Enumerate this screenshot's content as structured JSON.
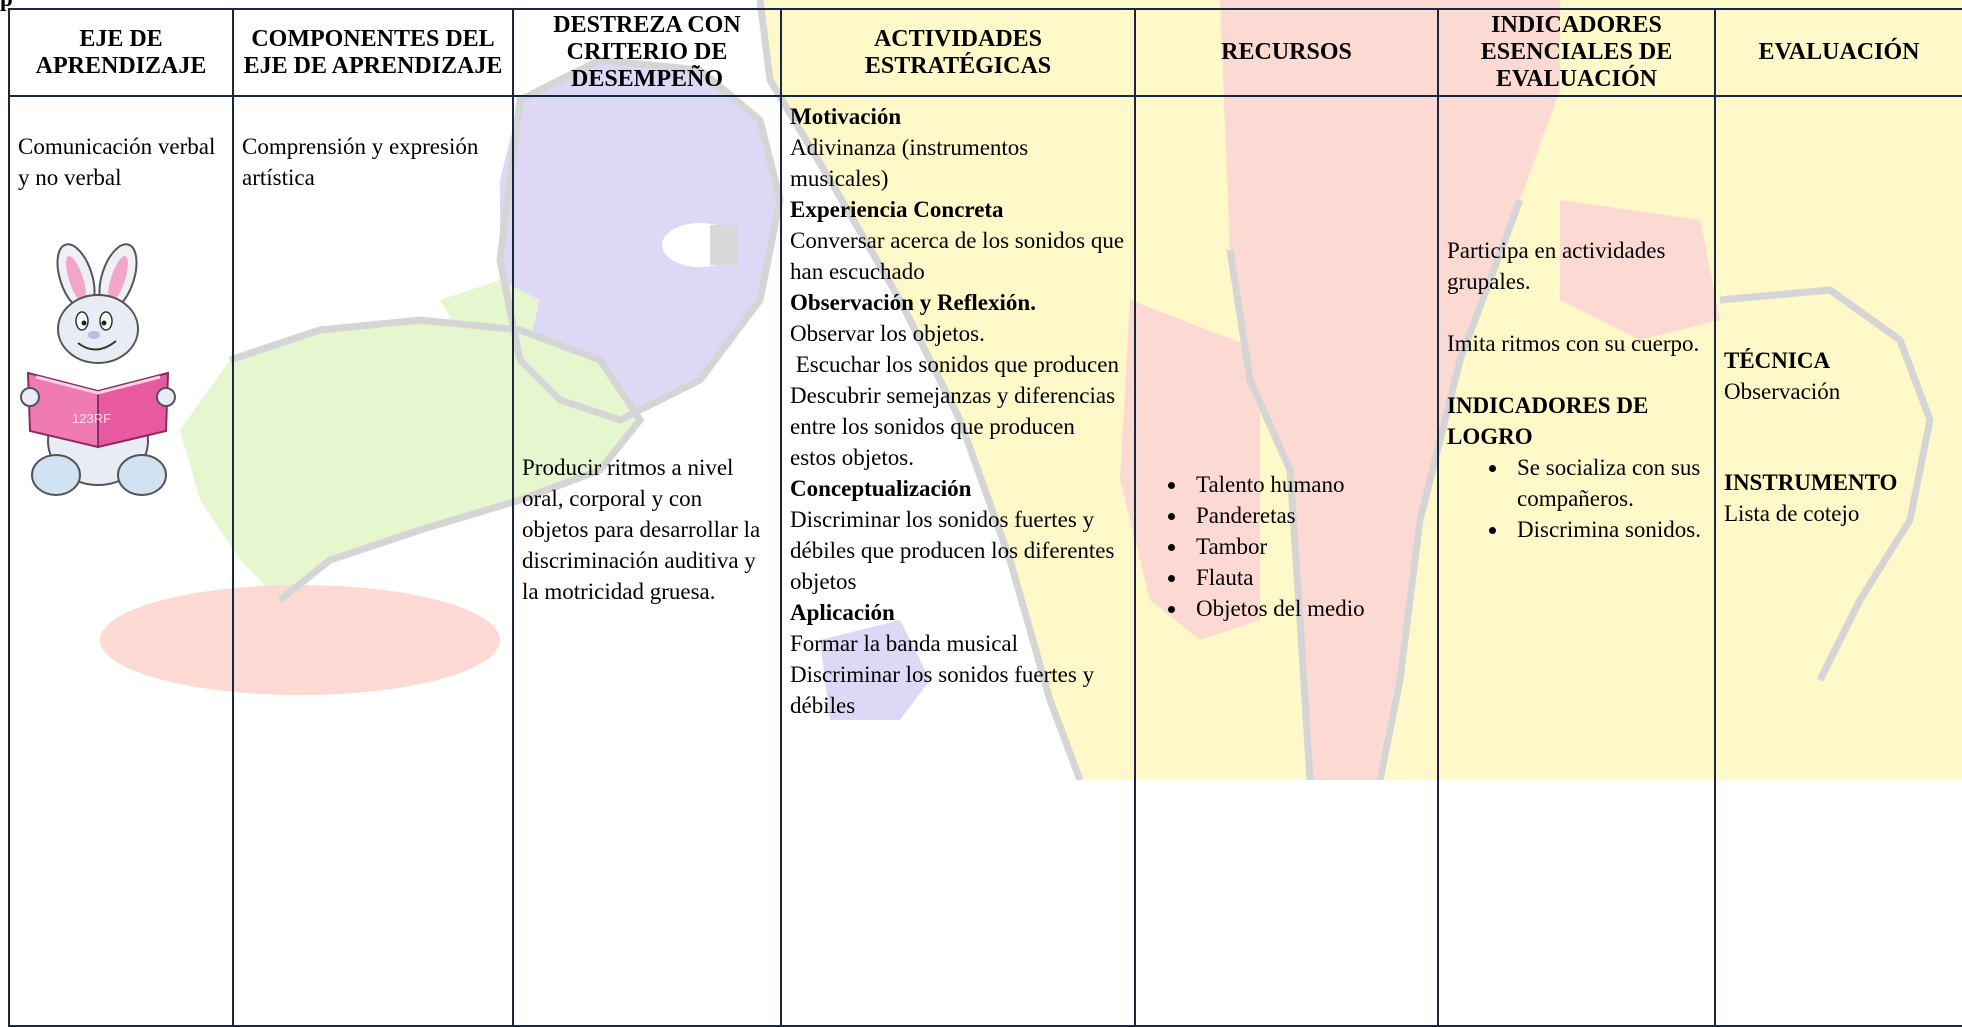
{
  "page_top_cut_text": "p",
  "headers": [
    "EJE DE APRENDIZAJE",
    "COMPONENTES DEL EJE DE APRENDIZAJE",
    "DESTREZA CON CRITERIO DE DESEMPEÑO",
    "ACTIVIDADES ESTRATÉGICAS",
    "RECURSOS",
    "INDICADORES ESENCIALES DE EVALUACIÓN",
    "EVALUACIÓN"
  ],
  "row": {
    "eje": "Comunicación verbal y no verbal",
    "componente": "Comprensión y expresión artística",
    "destreza": "Producir ritmos a nivel oral, corporal y con objetos para desarrollar la discriminación auditiva y la motricidad gruesa.",
    "actividades": [
      {
        "title": "Motivación",
        "lines": [
          "Adivinanza (instrumentos musicales)"
        ]
      },
      {
        "title": "Experiencia Concreta",
        "lines": [
          "Conversar acerca de los sonidos que han escuchado"
        ]
      },
      {
        "title": "Observación y Reflexión.",
        "lines": [
          "Observar los objetos.",
          " Escuchar los sonidos que producen",
          "Descubrir semejanzas y diferencias entre los sonidos que producen estos objetos."
        ]
      },
      {
        "title": "Conceptualización",
        "lines": [
          "Discriminar los sonidos fuertes y débiles que producen los diferentes objetos"
        ]
      },
      {
        "title": "Aplicación",
        "lines": [
          "Formar la banda musical",
          "Discriminar los sonidos fuertes y débiles"
        ]
      }
    ],
    "recursos": [
      "Talento humano",
      "Panderetas",
      "Tambor",
      "Flauta",
      "Objetos del medio"
    ],
    "indicadores": {
      "line1": "Participa en actividades grupales.",
      "line2": "Imita ritmos con su cuerpo.",
      "logro_title": "INDICADORES DE LOGRO",
      "logro_items": [
        "Se socializa con sus compañeros.",
        "Discrimina sonidos."
      ]
    },
    "evaluacion": {
      "tecnica_title": "TÉCNICA",
      "tecnica": "Observación",
      "instrumento_title": "INSTRUMENTO",
      "instrumento": "Lista de cotejo"
    }
  },
  "illustration": {
    "name": "bunny-reading-book",
    "watermark_text": "123RF"
  },
  "colors": {
    "border": "#1a2740",
    "bg_yellow": "#fff8c8",
    "bg_pink": "#fcd9d2",
    "bg_lavender": "#dcd8f6",
    "bg_green": "#e6f6cf"
  }
}
